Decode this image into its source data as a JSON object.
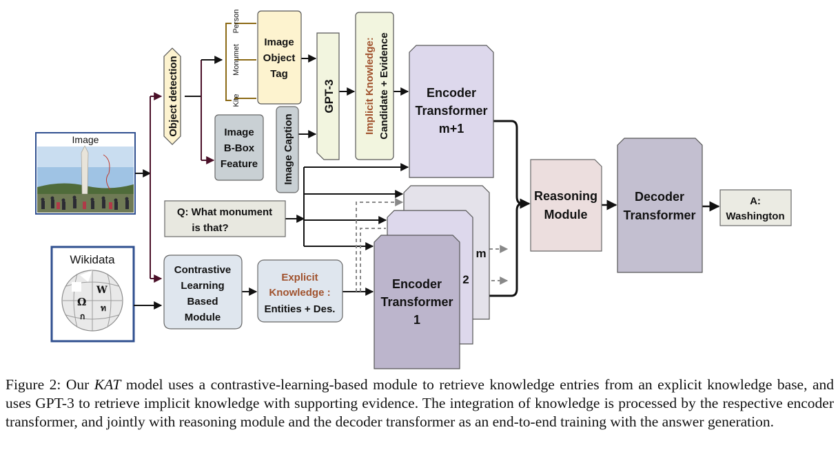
{
  "figure": {
    "image_label": "Image",
    "wikidata_label": "Wikidata",
    "object_detection": "Object detection",
    "tag_person": "Person",
    "tag_monument": "Monumet",
    "tag_kite": "Kite",
    "image_object_tag": [
      "Image",
      "Object",
      "Tag"
    ],
    "bbox_feature": [
      "Image",
      "B-Box",
      "Feature"
    ],
    "image_caption": "Image Caption",
    "gpt3": "GPT-3",
    "implicit_knowledge_title": "Implicit Knowledge:",
    "implicit_knowledge_sub": "Candidate + Evidence",
    "encoder_m1": [
      "Encoder",
      "Transformer",
      "m+1"
    ],
    "question": [
      "Q: What monument",
      "is that?"
    ],
    "contrastive": [
      "Contrastive",
      "Learning",
      "Based",
      "Module"
    ],
    "explicit_title": [
      "Explicit",
      "Knowledge :"
    ],
    "explicit_sub": "Entities + Des.",
    "encoder_1": [
      "Encoder",
      "Transformer",
      "1"
    ],
    "stack_label_m": "m",
    "stack_label_2": "2",
    "reasoning": [
      "Reasoning",
      "Module"
    ],
    "decoder": [
      "Decoder",
      "Transformer"
    ],
    "answer": [
      "A:",
      "Washington"
    ]
  },
  "colors": {
    "knowledge_brown": "#a0522d",
    "tag_bracket": "#8b6914",
    "object_box_fill": "#fdf3cf",
    "gpt_fill": "#f2f5df",
    "gray_box_fill": "#c9d0d4",
    "encoder_fill": "#ddd8ec",
    "encoder1_fill": "#bcb5cc",
    "reasoning_fill": "#ecdede",
    "decoder_fill": "#c3bfd0",
    "answer_fill": "#ebebe3",
    "question_fill": "#e8e8e0",
    "light_blue_fill": "#dfe6ee",
    "wikidata_blue": "#2f4f8f"
  },
  "caption": {
    "prefix": "Figure 2: Our ",
    "model": "KAT",
    "body": " model uses a contrastive-learning-based module to retrieve knowledge entries from an explicit knowledge base, and uses GPT-3 to retrieve implicit knowledge with supporting evidence.  The integration of knowledge is processed by the respective encoder transformer, and jointly with reasoning module and the decoder transformer as an end-to-end training with the answer generation."
  }
}
